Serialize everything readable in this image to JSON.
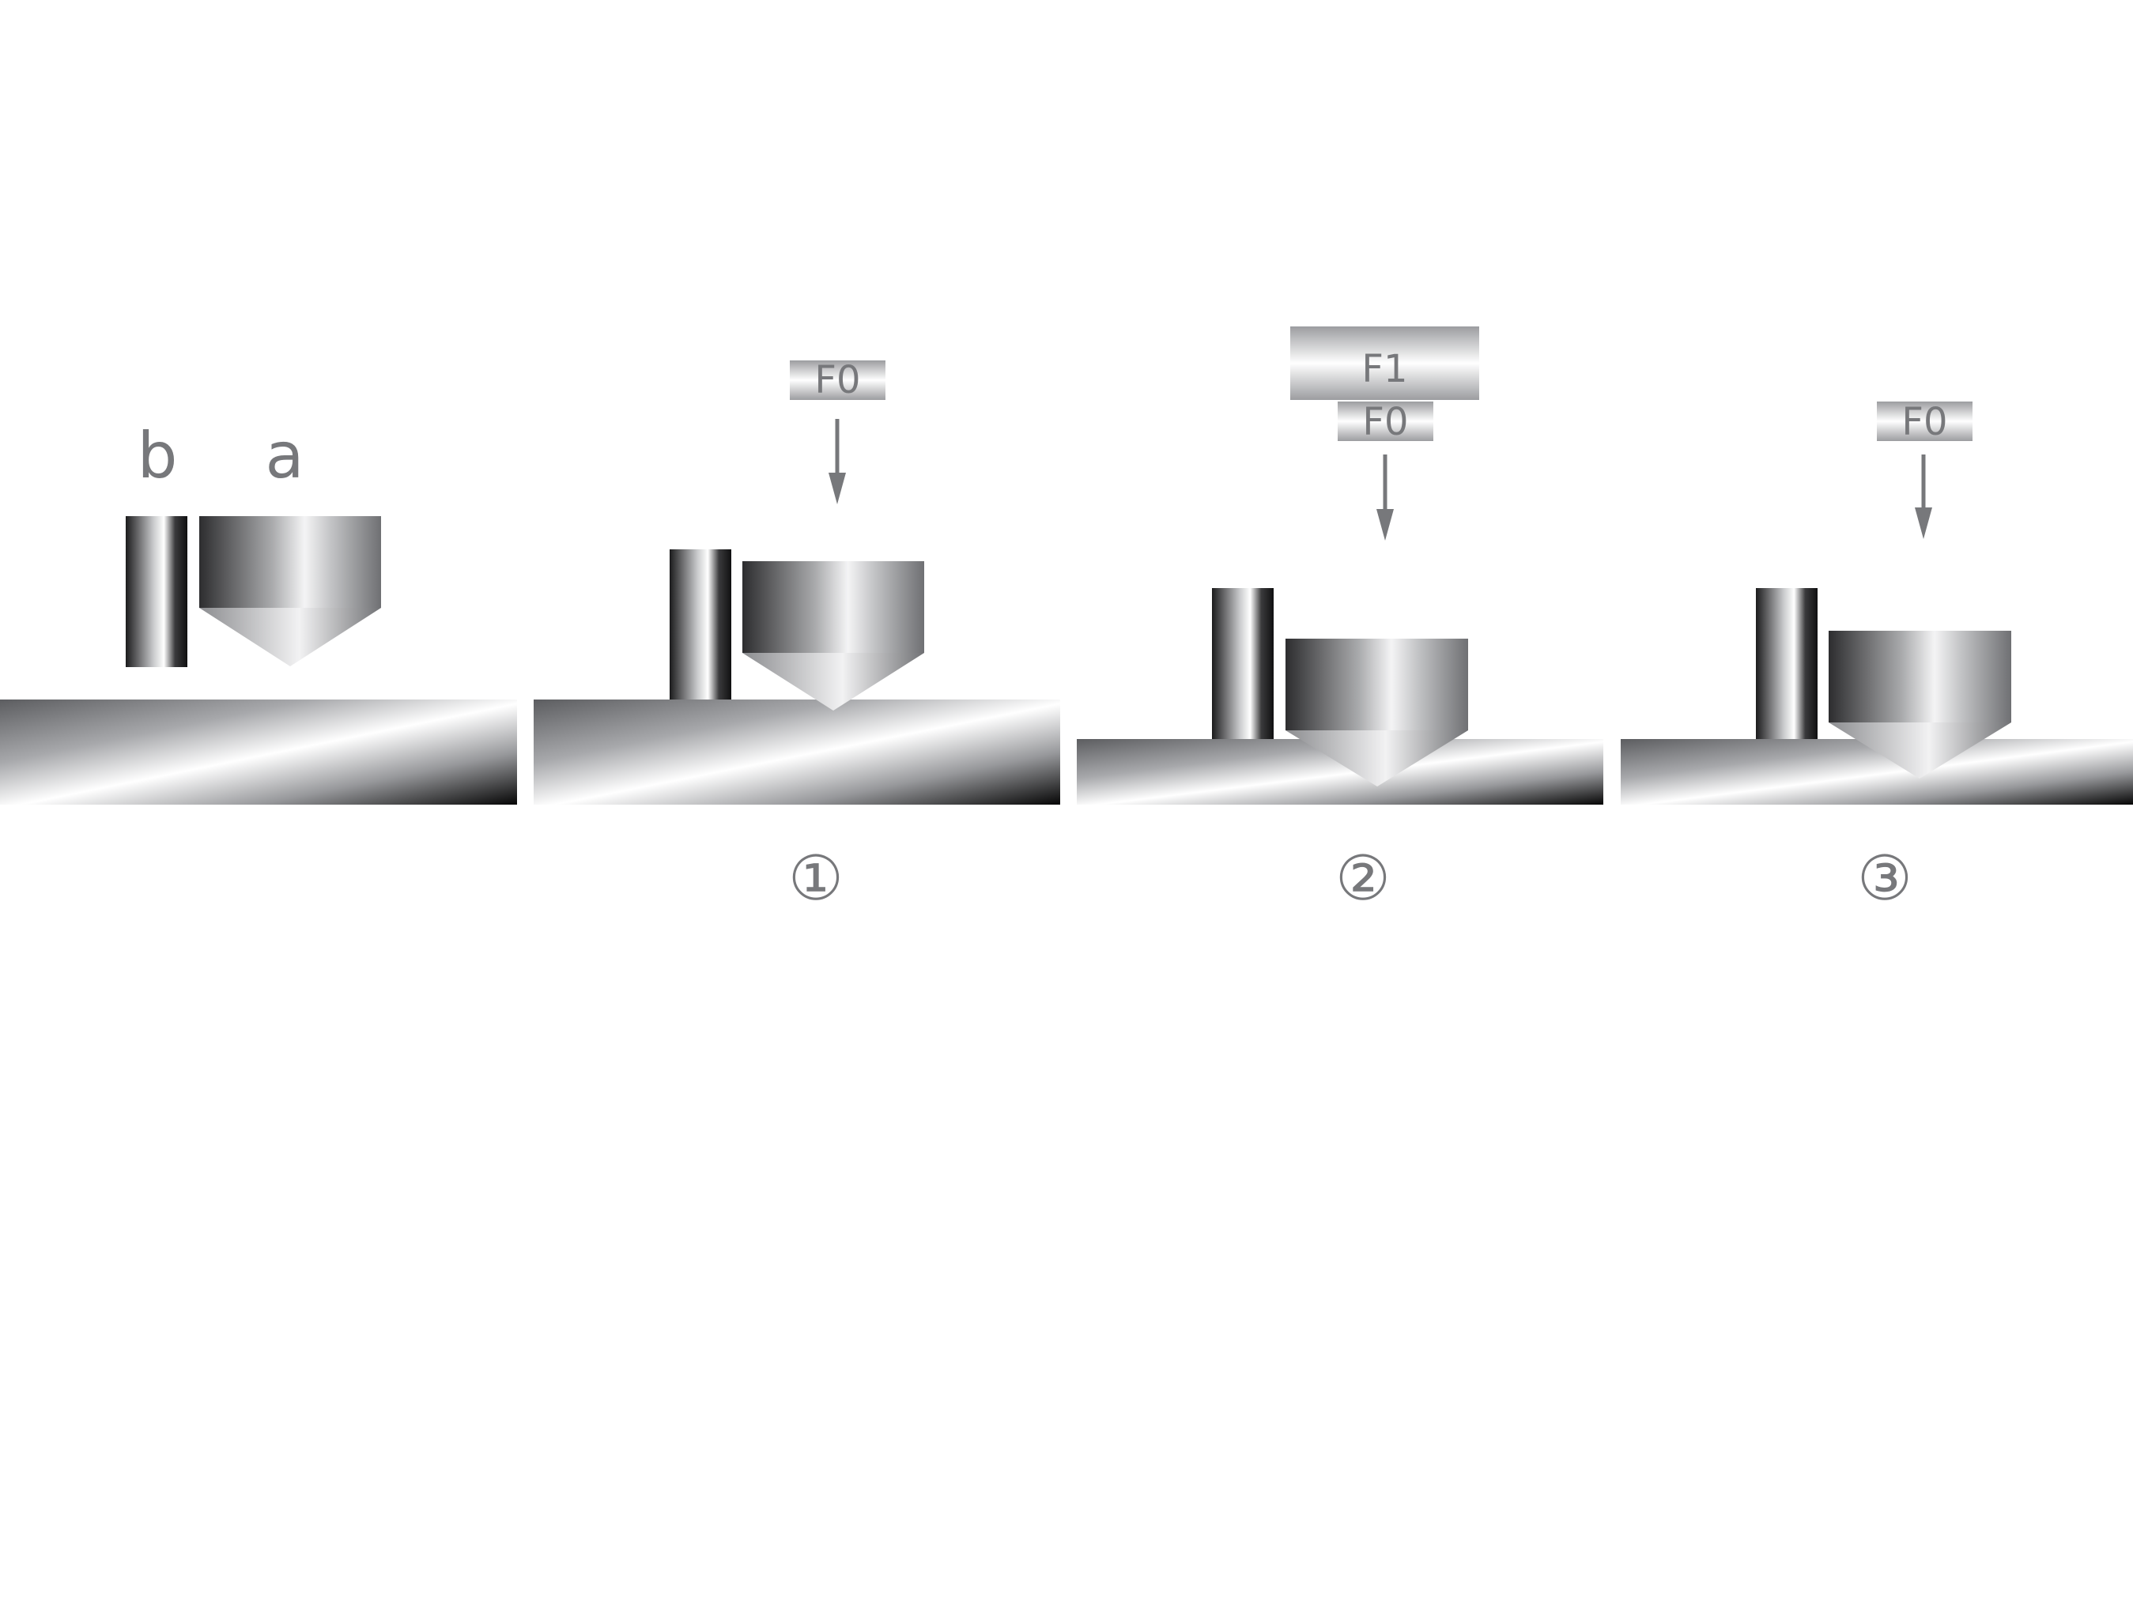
{
  "labels": {
    "pin": "b",
    "tool": "a"
  },
  "force_tags": {
    "step1_f0": "F0",
    "step2_f1": "F1",
    "step2_f0": "F0",
    "step3_f0": "F0"
  },
  "steps": [
    "①",
    "②",
    "③"
  ]
}
